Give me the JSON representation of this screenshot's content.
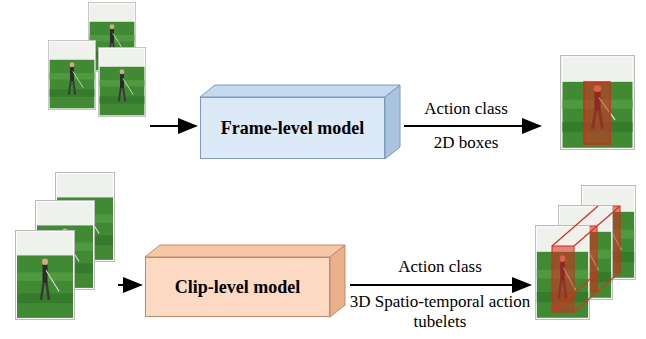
{
  "diagram": {
    "nodes": [
      {
        "text": [
          "Frame-level model"
        ]
      },
      {
        "text": [
          "Clip-level model"
        ]
      }
    ],
    "labels": [
      "Action class",
      "2D boxes",
      "Action class",
      "3D Spatio-temporal action tubelets"
    ]
  }
}
